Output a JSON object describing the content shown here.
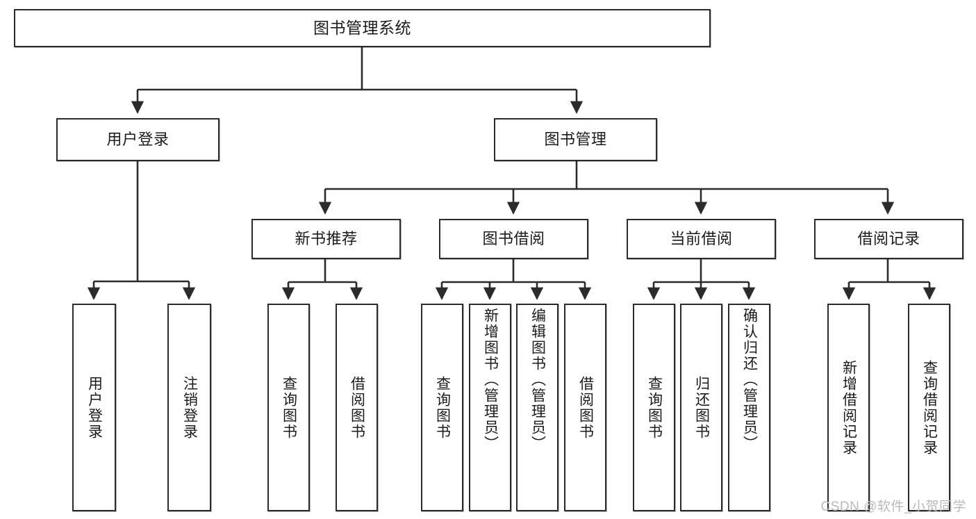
{
  "diagram": {
    "title": "图书管理系统",
    "type": "tree-hierarchy",
    "colors": {
      "box_border": "#2b2b2b",
      "box_fill": "#ffffff",
      "connector": "#2b2b2b",
      "text": "#1b1b1b",
      "watermark": "#b9b9b9"
    }
  },
  "nodes": {
    "root": {
      "label": "图书管理系统",
      "level": 1
    },
    "level2": [
      {
        "label": "用户登录",
        "level": 2
      },
      {
        "label": "图书管理",
        "level": 2
      }
    ],
    "level3": [
      {
        "label": "新书推荐",
        "level": 3
      },
      {
        "label": "图书借阅",
        "level": 3
      },
      {
        "label": "当前借阅",
        "level": 3
      },
      {
        "label": "借阅记录",
        "level": 3
      }
    ],
    "leaves": [
      {
        "label": "用户登录",
        "parent": "用户登录",
        "level": 4
      },
      {
        "label": "注销登录",
        "parent": "用户登录",
        "level": 4
      },
      {
        "label": "查询图书",
        "parent": "新书推荐",
        "level": 4
      },
      {
        "label": "借阅图书",
        "parent": "新书推荐",
        "level": 4
      },
      {
        "label": "查询图书",
        "parent": "图书借阅",
        "level": 4
      },
      {
        "label": "新增图书（管理员）",
        "parent": "图书借阅",
        "level": 4
      },
      {
        "label": "编辑图书（管理员）",
        "parent": "图书借阅",
        "level": 4
      },
      {
        "label": "借阅图书",
        "parent": "图书借阅",
        "level": 4
      },
      {
        "label": "查询图书",
        "parent": "当前借阅",
        "level": 4
      },
      {
        "label": "归还图书",
        "parent": "当前借阅",
        "level": 4
      },
      {
        "label": "确认归还（管理员）",
        "parent": "当前借阅",
        "level": 4
      },
      {
        "label": "新增借阅记录",
        "parent": "借阅记录",
        "level": 4
      },
      {
        "label": "查询借阅记录",
        "parent": "借阅记录",
        "level": 4
      }
    ]
  },
  "watermark": {
    "text": "CSDN @软件_小贺同学"
  }
}
